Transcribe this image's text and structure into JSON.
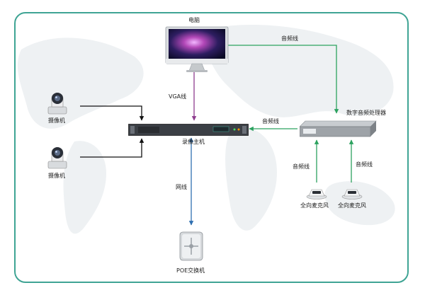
{
  "nodes": {
    "computer": "电脑",
    "camera_1": "摄像机",
    "camera_2": "摄像机",
    "recorder": "录像主机",
    "dsp": "数字音频处理器",
    "mic_1": "全向麦克风",
    "mic_2": "全向麦克风",
    "switch": "POE交换机"
  },
  "edges": {
    "computer_to_dsp": "音频线",
    "computer_to_recorder": "VGA线",
    "dsp_to_recorder": "音频线",
    "mic1_to_dsp": "音频线",
    "mic2_to_dsp": "音频线",
    "recorder_to_switch": "网线"
  },
  "colors": {
    "frame": "#3fa494",
    "audio_line": "#2ca25f",
    "vga_line": "#8e3b8e",
    "network_line": "#2f6fb0",
    "camera_line": "#111111",
    "map_bg": "#eef1f3"
  },
  "icons": {
    "computer": "imac-monitor-icon",
    "camera": "ptz-camera-icon",
    "recorder": "rack-recorder-icon",
    "dsp": "audio-processor-icon",
    "mic": "boundary-mic-icon",
    "switch": "network-switch-icon"
  }
}
